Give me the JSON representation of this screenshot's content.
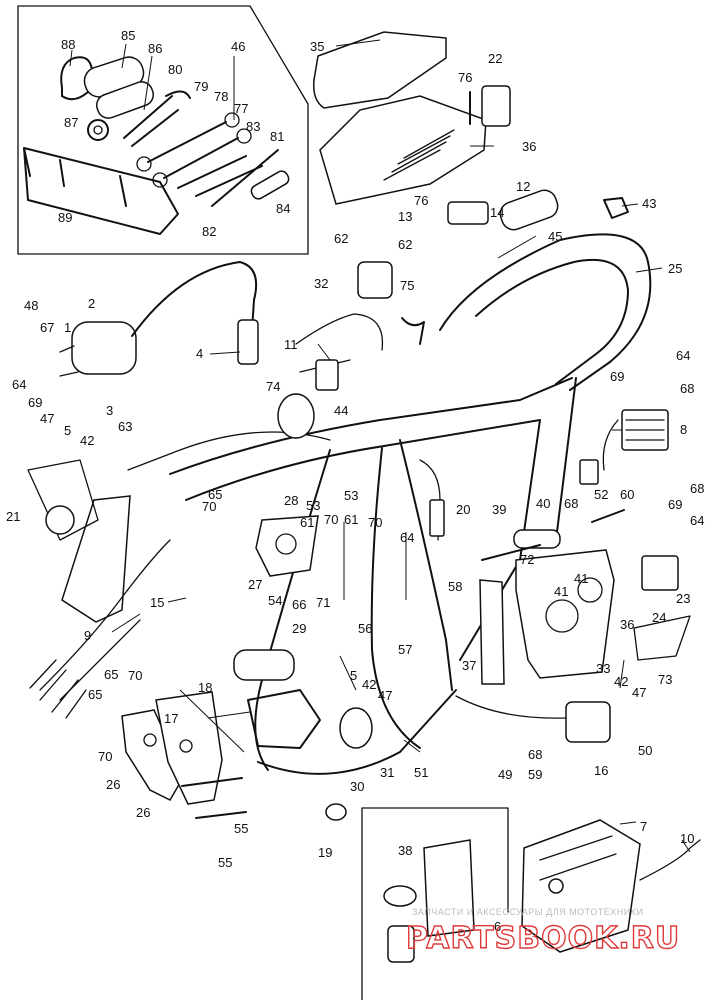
{
  "watermark": {
    "small_text": "ЗАПЧАСТИ И АКСЕССУАРЫ ДЛЯ МОТОТЕХНИКИ",
    "brand_text": "PARTSBOOK.RU",
    "brand_color": "#e03a3a"
  },
  "labels": {
    "l88": "88",
    "l85": "85",
    "l86": "86",
    "l46": "46",
    "l80": "80",
    "l79": "79",
    "l78": "78",
    "l77": "77",
    "l87": "87",
    "l83": "83",
    "l81": "81",
    "l89": "89",
    "l84": "84",
    "l82": "82",
    "l35": "35",
    "l22": "22",
    "l76a": "76",
    "l36a": "36",
    "l76b": "76",
    "l12": "12",
    "l43": "43",
    "l13": "13",
    "l14": "14",
    "l62a": "62",
    "l62b": "62",
    "l45": "45",
    "l25": "25",
    "l32": "32",
    "l75": "75",
    "l48": "48",
    "l2": "2",
    "l67": "67",
    "l1": "1",
    "l4": "4",
    "l11": "11",
    "l64a": "64",
    "l69a": "69",
    "l68a": "68",
    "l64b": "64",
    "l69b": "69",
    "l47a": "47",
    "l74": "74",
    "l3": "3",
    "l63": "63",
    "l44": "44",
    "l8": "8",
    "l5a": "5",
    "l42a": "42",
    "l65a": "65",
    "l28": "28",
    "l53a": "53",
    "l53b": "53",
    "l68b": "68",
    "l52": "52",
    "l60": "60",
    "l69c": "69",
    "l70a": "70",
    "l61a": "61",
    "l70b": "70",
    "l61b": "61",
    "l70c": "70",
    "l20": "20",
    "l39": "39",
    "l40": "40",
    "l68c": "68",
    "l64c": "64",
    "l21": "21",
    "l27": "27",
    "l64d": "64",
    "l72": "72",
    "l41a": "41",
    "l41b": "41",
    "l58": "58",
    "l54": "54",
    "l66": "66",
    "l71": "71",
    "l24": "24",
    "l23": "23",
    "l15": "15",
    "l29": "29",
    "l56": "56",
    "l36b": "36",
    "l9": "9",
    "l57": "57",
    "l37": "37",
    "l73": "73",
    "l33": "33",
    "l42b": "42",
    "l65b": "65",
    "l70d": "70",
    "l18": "18",
    "l5b": "5",
    "l42c": "42",
    "l47b": "47",
    "l47c": "47",
    "l65c": "65",
    "l70e": "70",
    "l17": "17",
    "l50": "50",
    "l26a": "26",
    "l30": "30",
    "l31": "31",
    "l51": "51",
    "l68d": "68",
    "l16": "16",
    "l49": "49",
    "l59": "59",
    "l26b": "26",
    "l55a": "55",
    "l55b": "55",
    "l19": "19",
    "l7": "7",
    "l10": "10",
    "l38": "38",
    "l6": "6"
  }
}
